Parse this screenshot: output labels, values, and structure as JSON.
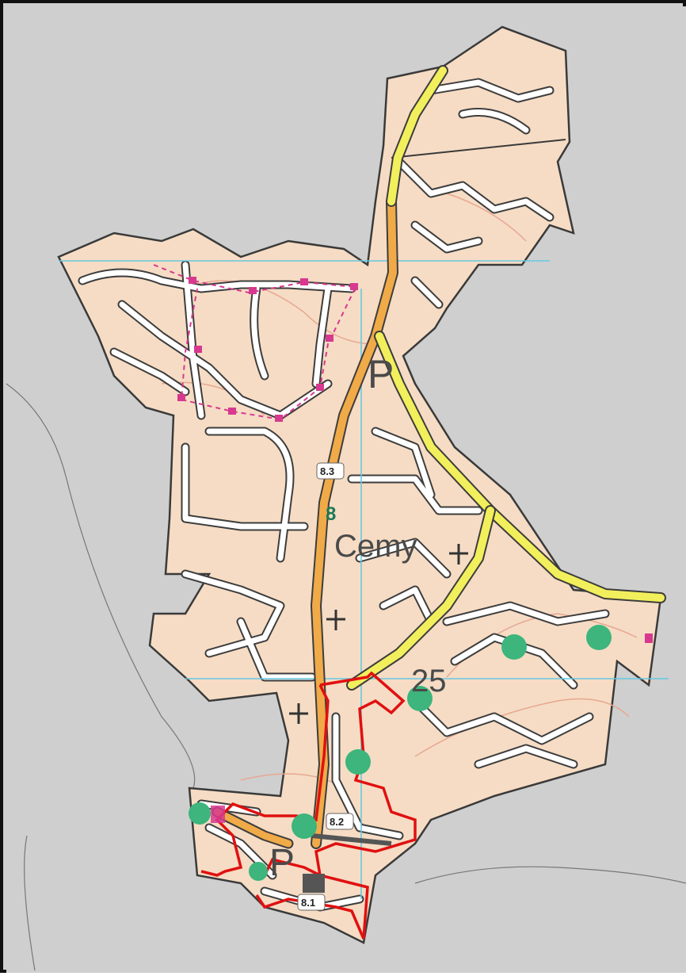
{
  "map": {
    "labels": {
      "area_number": "8",
      "sub_area_top": "8.3",
      "sub_area_mid": "8.2",
      "sub_area_bottom": "8.1",
      "cemetery": "Cemy",
      "contour_value": "25",
      "parking_north": "P",
      "parking_south": "P"
    },
    "colors": {
      "background": "#cfcfcf",
      "land": "#f6dcc4",
      "road_fill": "#ffffff",
      "road_casing": "#3d3d3d",
      "main_road": "#f0aa48",
      "primary_road": "#f2ef5c",
      "boundary_red": "#e01010",
      "grid_line": "#67c8e0",
      "contour": "#e7a792",
      "green_dot": "#3db57c",
      "magenta": "#d7398f"
    }
  }
}
